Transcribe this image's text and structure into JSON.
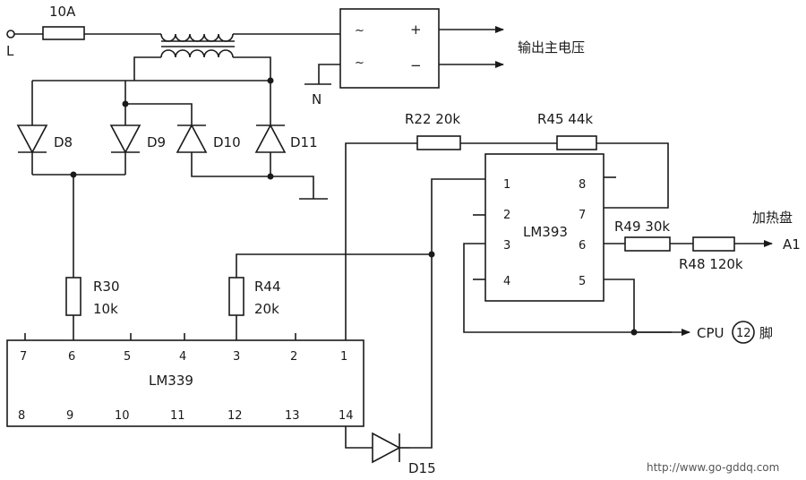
{
  "source": {
    "live_terminal": "L",
    "fuse_rating": "10A",
    "neutral_terminal": "N",
    "output_label": "输出主电压",
    "plus_sign": "+",
    "minus_sign": "−"
  },
  "diodes": [
    "D8",
    "D9",
    "D10",
    "D11",
    "D15"
  ],
  "resistors": {
    "r22": "R22 20k",
    "r45": "R45 44k",
    "r30_name": "R30",
    "r30_value": "10k",
    "r44_name": "R44",
    "r44_value": "20k",
    "r49": "R49 30k",
    "r48": "R48 120k"
  },
  "lm393": {
    "name": "LM393",
    "pins_left": [
      "1",
      "2",
      "3",
      "4"
    ],
    "pins_right": [
      "8",
      "7",
      "6",
      "5"
    ]
  },
  "lm339": {
    "name": "LM339",
    "pins_top": [
      "7",
      "6",
      "5",
      "4",
      "3",
      "2",
      "1"
    ],
    "pins_bottom": [
      "8",
      "9",
      "10",
      "11",
      "12",
      "13",
      "14"
    ]
  },
  "outputs": {
    "heater_label": "加热盘",
    "heater_signal": "A1",
    "cpu_label": "CPU",
    "cpu_pin_number": "12",
    "cpu_pin_suffix": "脚"
  },
  "watermark": "http://www.go-gddq.com"
}
